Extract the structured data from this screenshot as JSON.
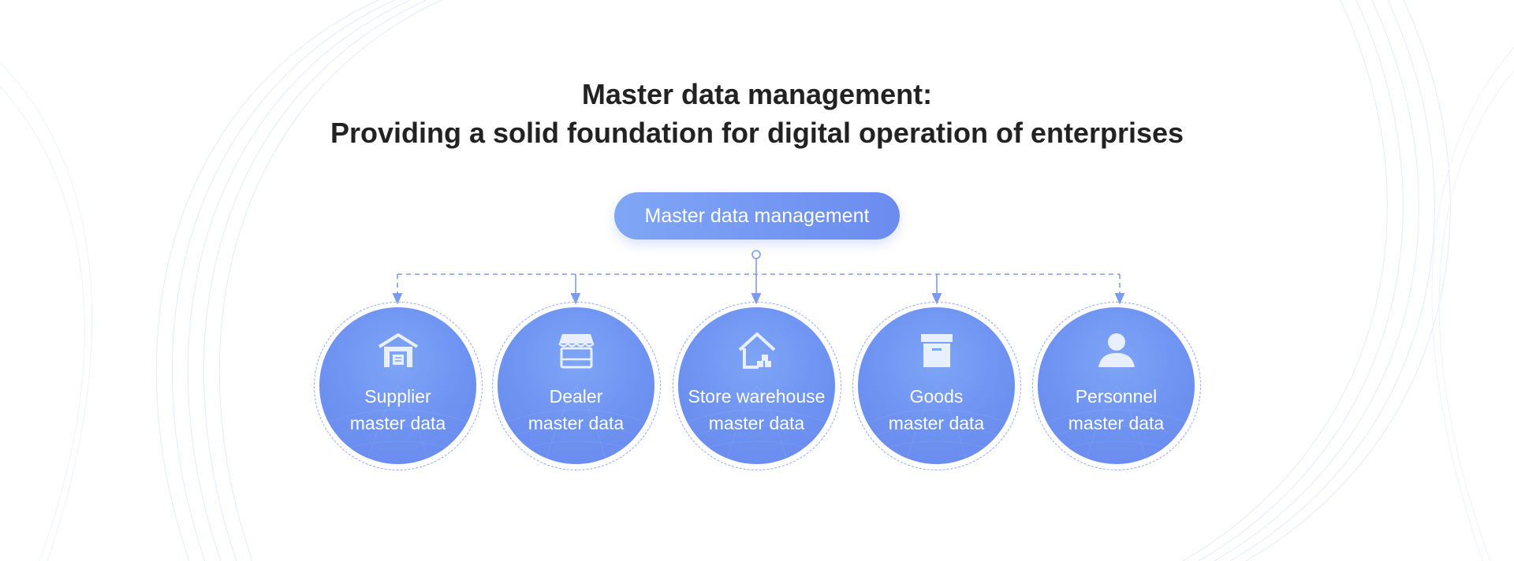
{
  "headline": {
    "line1": "Master data management:",
    "line2": "Providing a solid foundation for digital operation of enterprises"
  },
  "root": {
    "label": "Master data management"
  },
  "nodes": [
    {
      "line1": "Supplier",
      "line2": "master data",
      "icon": "warehouse-icon"
    },
    {
      "line1": "Dealer",
      "line2": "master data",
      "icon": "storefront-icon"
    },
    {
      "line1": "Store warehouse",
      "line2": "master data",
      "icon": "house-boxes-icon"
    },
    {
      "line1": "Goods",
      "line2": "master data",
      "icon": "box-icon"
    },
    {
      "line1": "Personnel",
      "line2": "master data",
      "icon": "person-icon"
    }
  ],
  "colors": {
    "accent": "#6b8cef",
    "accent_light": "#7fa6f6",
    "connector": "#7b9cec",
    "title": "#222222"
  }
}
